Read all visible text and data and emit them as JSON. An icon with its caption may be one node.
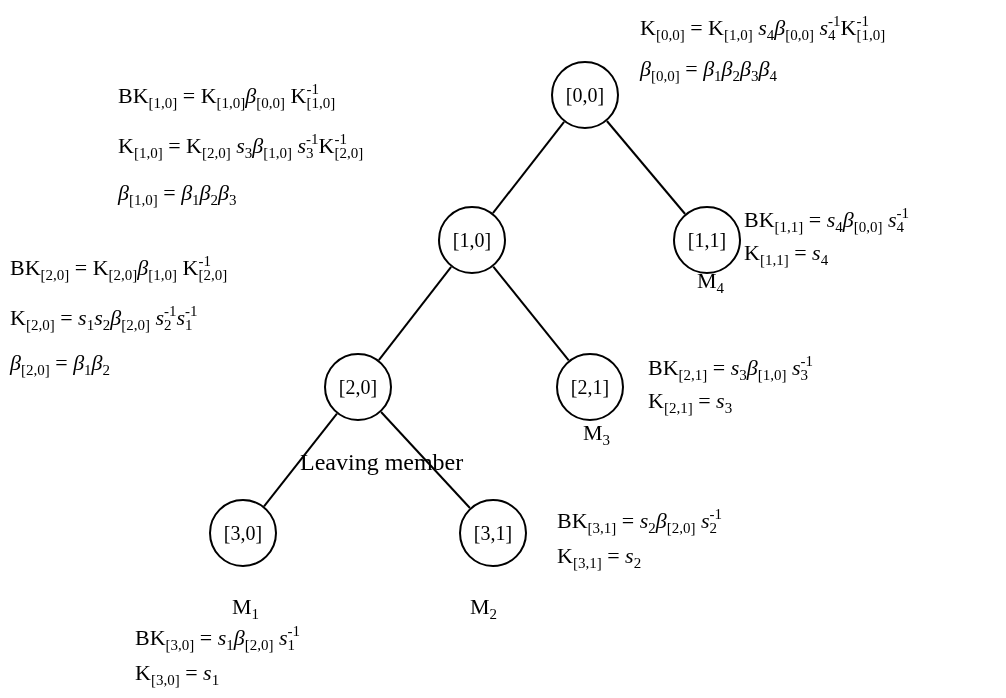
{
  "diagram": {
    "nodes": [
      {
        "text": [
          "[0,0]"
        ],
        "beside": [
          "K$_{[0,0]}$ = K$_{[1,0]}$ *s*$_{4}$*β*$_{[0,0]}$ *s*$_{4}$$^{-1}$K$_{[1,0]}$$^{-1}$",
          "*β*$_{[0,0]}$ = *β*$_{1}$*β*$_{2}$*β*$_{3}$*β*$_{4}$"
        ]
      },
      {
        "text": [
          "[1,0]"
        ],
        "beside": [
          "BK$_{[1,0]}$ = K$_{[1,0]}$*β*$_{[0,0]}$ K$_{[1,0]}$$^{-1}$",
          "K$_{[1,0]}$ = K$_{[2,0]}$ *s*$_{3}$*β*$_{[1,0]}$ *s*$_{3}$$^{-1}$K$_{[2,0]}$$^{-1}$",
          "*β*$_{[1,0]}$ = *β*$_{1}$*β*$_{2}$*β*$_{3}$"
        ]
      },
      {
        "text": [
          "[1,1]"
        ],
        "beside": [
          "BK$_{[1,1]}$ = *s*$_{4}$*β*$_{[0,0]}$ *s*$_{4}$$^{-1}$",
          "K$_{[1,1]}$ = *s*$_{4}$",
          "M$_{4}$"
        ]
      },
      {
        "text": [
          "[2,0]"
        ],
        "beside": [
          "BK$_{[2,0]}$ = K$_{[2,0]}$*β*$_{[1,0]}$ K$_{[2,0]}$$^{-1}$",
          "K$_{[2,0]}$ = *s*$_{1}$*s*$_{2}$*β*$_{[2,0]}$ *s*$_{2}$$^{-1}$*s*$_{1}$$^{-1}$",
          "*β*$_{[2,0]}$ = *β*$_{1}$*β*$_{2}$"
        ]
      },
      {
        "text": [
          "[2,1]"
        ],
        "beside": [
          "BK$_{[2,1]}$ = *s*$_{3}$*β*$_{[1,0]}$ *s*$_{3}$$^{-1}$",
          "K$_{[2,1]}$ = *s*$_{3}$",
          "M$_{3}$"
        ]
      },
      {
        "text": [
          "[3,0]"
        ],
        "beside": [
          "M$_{1}$",
          "BK$_{[3,0]}$ = *s*$_{1}$*β*$_{[2,0]}$ *s*$_{1}$$^{-1}$",
          "K$_{[3,0]}$ = *s*$_{1}$"
        ]
      },
      {
        "text": [
          "[3,1]"
        ],
        "beside": [
          "BK$_{[3,1]}$ = *s*$_{2}$*β*$_{[2,0]}$ *s*$_{2}$$^{-1}$",
          "K$_{[3,1]}$ = *s*$_{2}$",
          "M$_{2}$"
        ]
      }
    ],
    "edges": [
      {
        "from": 0,
        "to": 1,
        "arrow": "none"
      },
      {
        "from": 0,
        "to": 2,
        "arrow": "none"
      },
      {
        "from": 1,
        "to": 3,
        "arrow": "none"
      },
      {
        "from": 1,
        "to": 4,
        "arrow": "none"
      },
      {
        "from": 3,
        "to": 5,
        "arrow": "none"
      },
      {
        "from": 3,
        "to": 6,
        "arrow": "none"
      }
    ],
    "labels": [
      "Leaving member"
    ]
  }
}
